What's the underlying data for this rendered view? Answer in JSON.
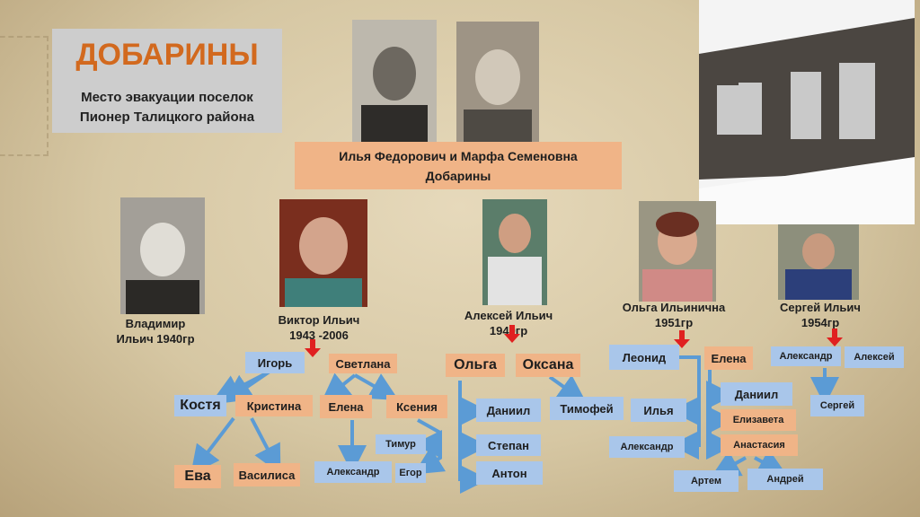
{
  "header": {
    "title": "ДОБАРИНЫ",
    "subtitle_line1": "Место эвакуации поселок",
    "subtitle_line2": "Пионер  Талицкого района"
  },
  "parents": {
    "line1": "Илья Федорович  и Марфа Семеновна",
    "line2": "Добарины"
  },
  "children": [
    {
      "name_line1": "Владимир",
      "name_line2": "Ильич 1940гр"
    },
    {
      "name_line1": "Виктор Ильич",
      "name_line2": "1943 -2006"
    },
    {
      "name_line1": "Алексей Ильич",
      "name_line2": "1949гр"
    },
    {
      "name_line1": "Ольга Ильинична",
      "name_line2": "1951гр"
    },
    {
      "name_line1": "Сергей Ильич",
      "name_line2": "1954гр"
    }
  ],
  "descendants": {
    "igor": "Игорь",
    "svetlana": "Светлана",
    "kostya": "Костя",
    "kristina": "Кристина",
    "elena1": "Елена",
    "kseniya": "Ксения",
    "eva": "Ева",
    "vasilisa": "Василиса",
    "aleksandr1": "Александр",
    "egor": "Егор",
    "timur": "Тимур",
    "olga": "Ольга",
    "oksana": "Оксана",
    "daniil1": "Даниил",
    "stepan": "Степан",
    "anton": "Антон",
    "timofey": "Тимофей",
    "leonid": "Леонид",
    "elena2": "Елена",
    "ilya": "Илья",
    "aleksandr2": "Александр",
    "daniil2": "Даниил",
    "elizaveta": "Елизавета",
    "anastasiya": "Анастасия",
    "artem": "Артем",
    "andrey": "Андрей",
    "aleksandr3": "Александр",
    "aleksey": "Алексей",
    "sergey": "Сергей"
  },
  "colors": {
    "blue_box": "#a9c6ea",
    "orange_box": "#f0b487",
    "arrow_red": "#e02020",
    "line_blue": "#5b9bd5",
    "title_orange": "#d2691e"
  }
}
